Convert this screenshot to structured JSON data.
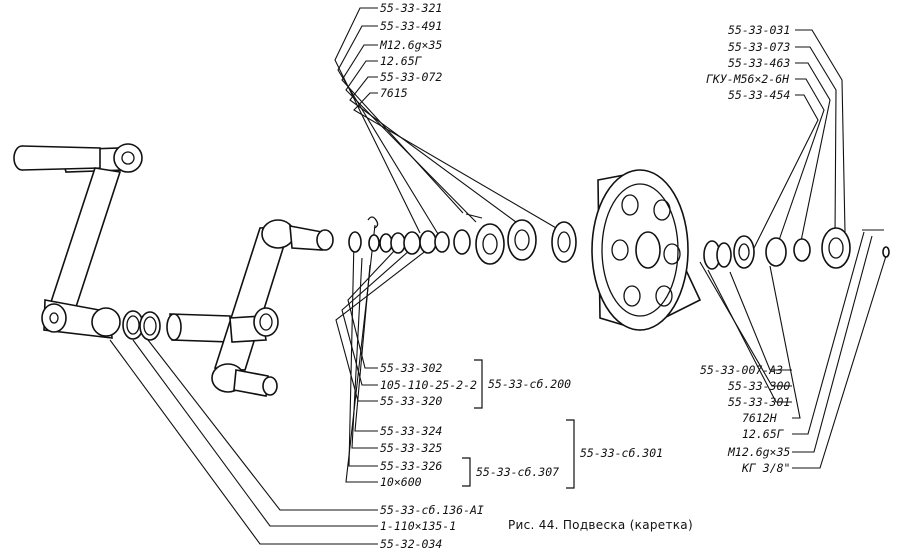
{
  "caption": "Рис. 44. Подвеска (каретка)",
  "labels_top_center": [
    "55-33-321",
    "55-33-491",
    "М12.6g×35",
    "12.65Г",
    "55-33-072",
    "7615"
  ],
  "labels_top_right": [
    "55-33-031",
    "55-33-073",
    "55-33-463",
    "ГКУ-М56×2-6Н",
    "55-33-454"
  ],
  "labels_bottom_center": [
    "55-33-302",
    "105-110-25-2-2",
    "55-33-320",
    "55-33-324",
    "55-33-325",
    "55-33-326",
    "10×600"
  ],
  "labels_bottom_left": [
    "55-33-сб.136-АI",
    "1-110×135-1",
    "55-32-034"
  ],
  "labels_bottom_right": [
    "55-33-007-А3",
    "55-33-300",
    "55-33-301",
    "7612Н",
    "12.65Г",
    "М12.6g×35",
    "КГ 3/8\""
  ],
  "group_labels": {
    "g200": "55-33-сб.200",
    "g301": "55-33-сб.301",
    "g307": "55-33-сб.307"
  }
}
